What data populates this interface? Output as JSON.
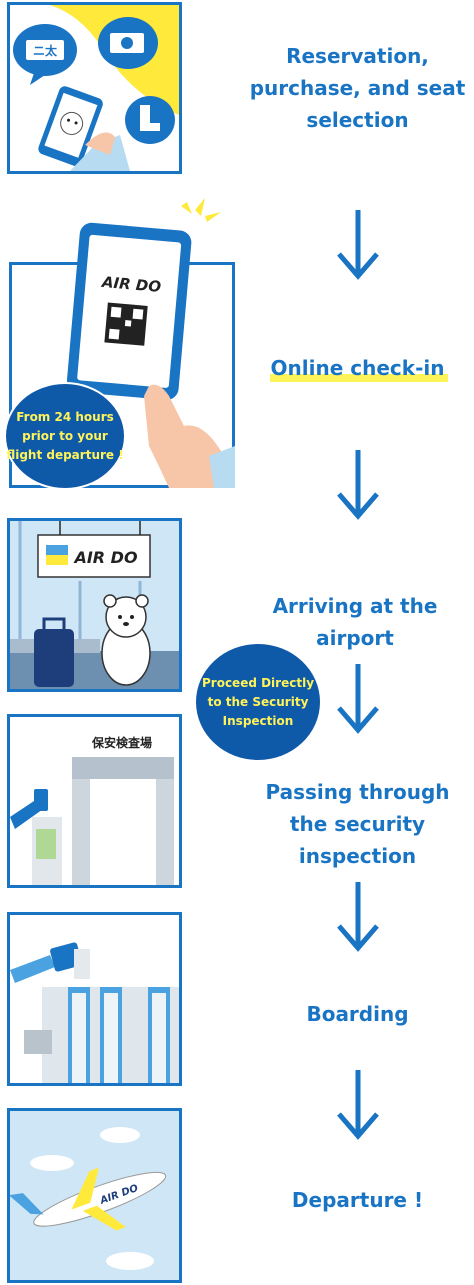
{
  "steps": [
    {
      "label": "Reservation, purchase, and seat selection"
    },
    {
      "label": "Online check-in"
    },
    {
      "label": "Arriving at the airport"
    },
    {
      "label": "Passing through the security inspection"
    },
    {
      "label": "Boarding"
    },
    {
      "label": "Departure !"
    }
  ],
  "badges": {
    "checkin": "From 24 hours prior to your flight departure !",
    "security": "Proceed Directly to the Security Inspection"
  },
  "brand": {
    "name": "AIR DO",
    "security_sign": "保安検査場",
    "blue": "#1a74c4",
    "yellow": "#fff35a"
  }
}
